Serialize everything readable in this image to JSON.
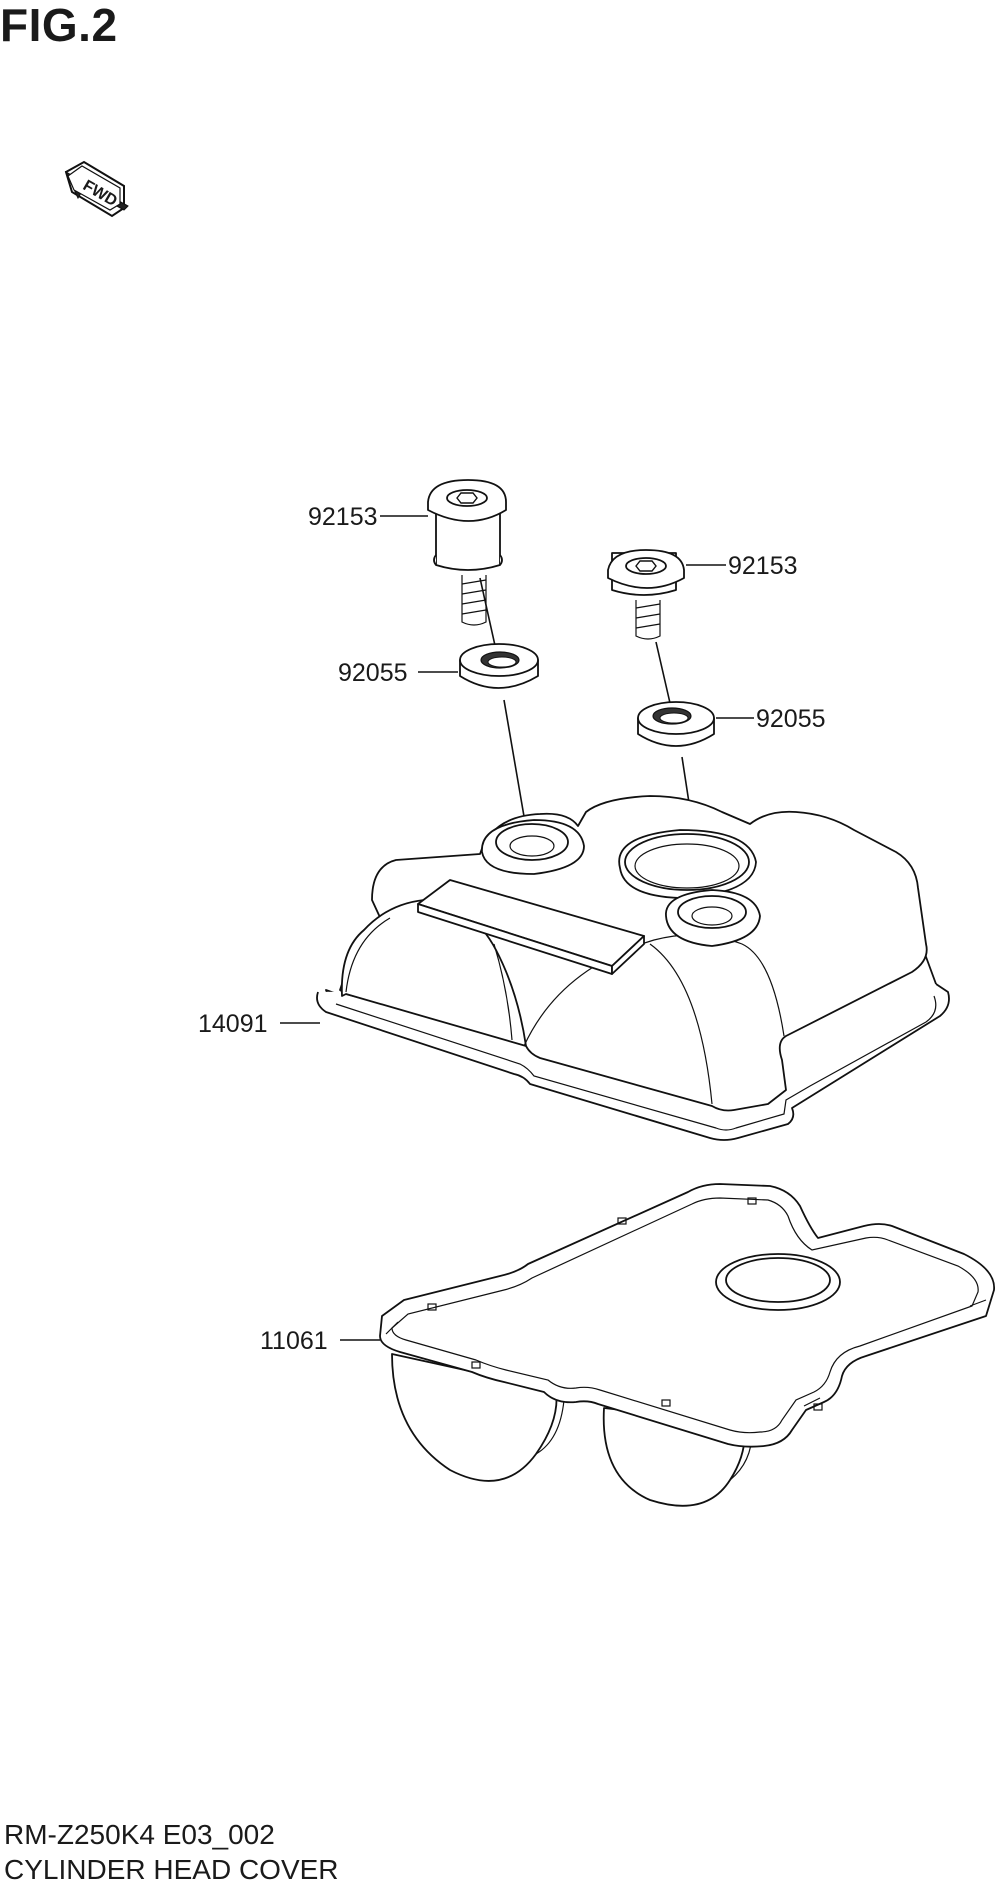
{
  "figure": {
    "title": "FIG.2"
  },
  "fwd_badge": {
    "label": "FWD"
  },
  "callouts": {
    "bolt_left": "92153",
    "bolt_right": "92153",
    "washer_left": "92055",
    "washer_right": "92055",
    "cover": "14091",
    "gasket": "11061"
  },
  "footer": {
    "model_code": "RM-Z250K4 E03_002",
    "section_name": "CYLINDER HEAD COVER"
  }
}
